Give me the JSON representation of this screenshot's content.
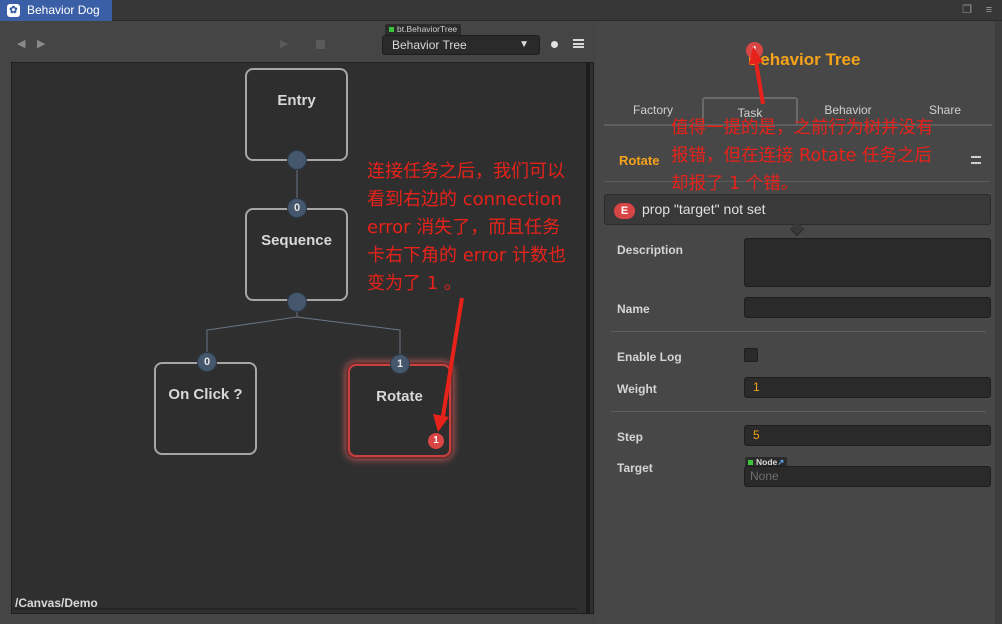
{
  "titlebar": {
    "app_title": "Behavior Dog",
    "app_icon": "paw-icon",
    "window_buttons": [
      "restore-icon",
      "menu-icon"
    ]
  },
  "toolbar": {
    "back_icon": "arrow-left-icon",
    "forward_icon": "arrow-right-icon",
    "play_icon": "play-icon",
    "stop_icon": "stop-icon",
    "tree_badge": "bt.BehaviorTree",
    "tree_select_value": "Behavior Tree",
    "record_icon": "record-icon",
    "menu_icon": "hamburger-icon"
  },
  "canvas": {
    "path": "/Canvas/Demo",
    "nodes": {
      "entry": {
        "label": "Entry"
      },
      "sequence": {
        "label": "Sequence",
        "index": "0"
      },
      "onclick": {
        "label": "On Click ?",
        "index": "0"
      },
      "rotate": {
        "label": "Rotate",
        "index": "1",
        "error_count": "1"
      }
    }
  },
  "panel": {
    "title": "Behavior Tree",
    "title_error_count": "1",
    "tabs": [
      "Factory",
      "Task",
      "Behavior",
      "Share"
    ],
    "active_tab": "Task",
    "section_title": "Rotate",
    "error_badge": "E",
    "error_message": "prop \"target\" not set",
    "fields": {
      "description_label": "Description",
      "description_value": "",
      "name_label": "Name",
      "name_value": "",
      "enable_log_label": "Enable Log",
      "enable_log_checked": false,
      "weight_label": "Weight",
      "weight_value": "1",
      "step_label": "Step",
      "step_value": "5",
      "target_label": "Target",
      "target_type": "Node",
      "target_value": "None"
    }
  },
  "annotations": {
    "left_note": [
      "连接任务之后，我们可以",
      "看到右边的 connection",
      "error 消失了，而且任务",
      "卡右下角的 error 计数也",
      "变为了 1 。"
    ],
    "right_note": [
      "值得一提的是，之前行为树并没有",
      "报错，但在连接 Rotate 任务之后",
      "却报了 1 个错。"
    ],
    "arrow_color": "#e7221a"
  },
  "colors": {
    "accent_orange": "#f6a31a",
    "error_red": "#d84545",
    "app_tab_blue": "#3b5fa6"
  }
}
